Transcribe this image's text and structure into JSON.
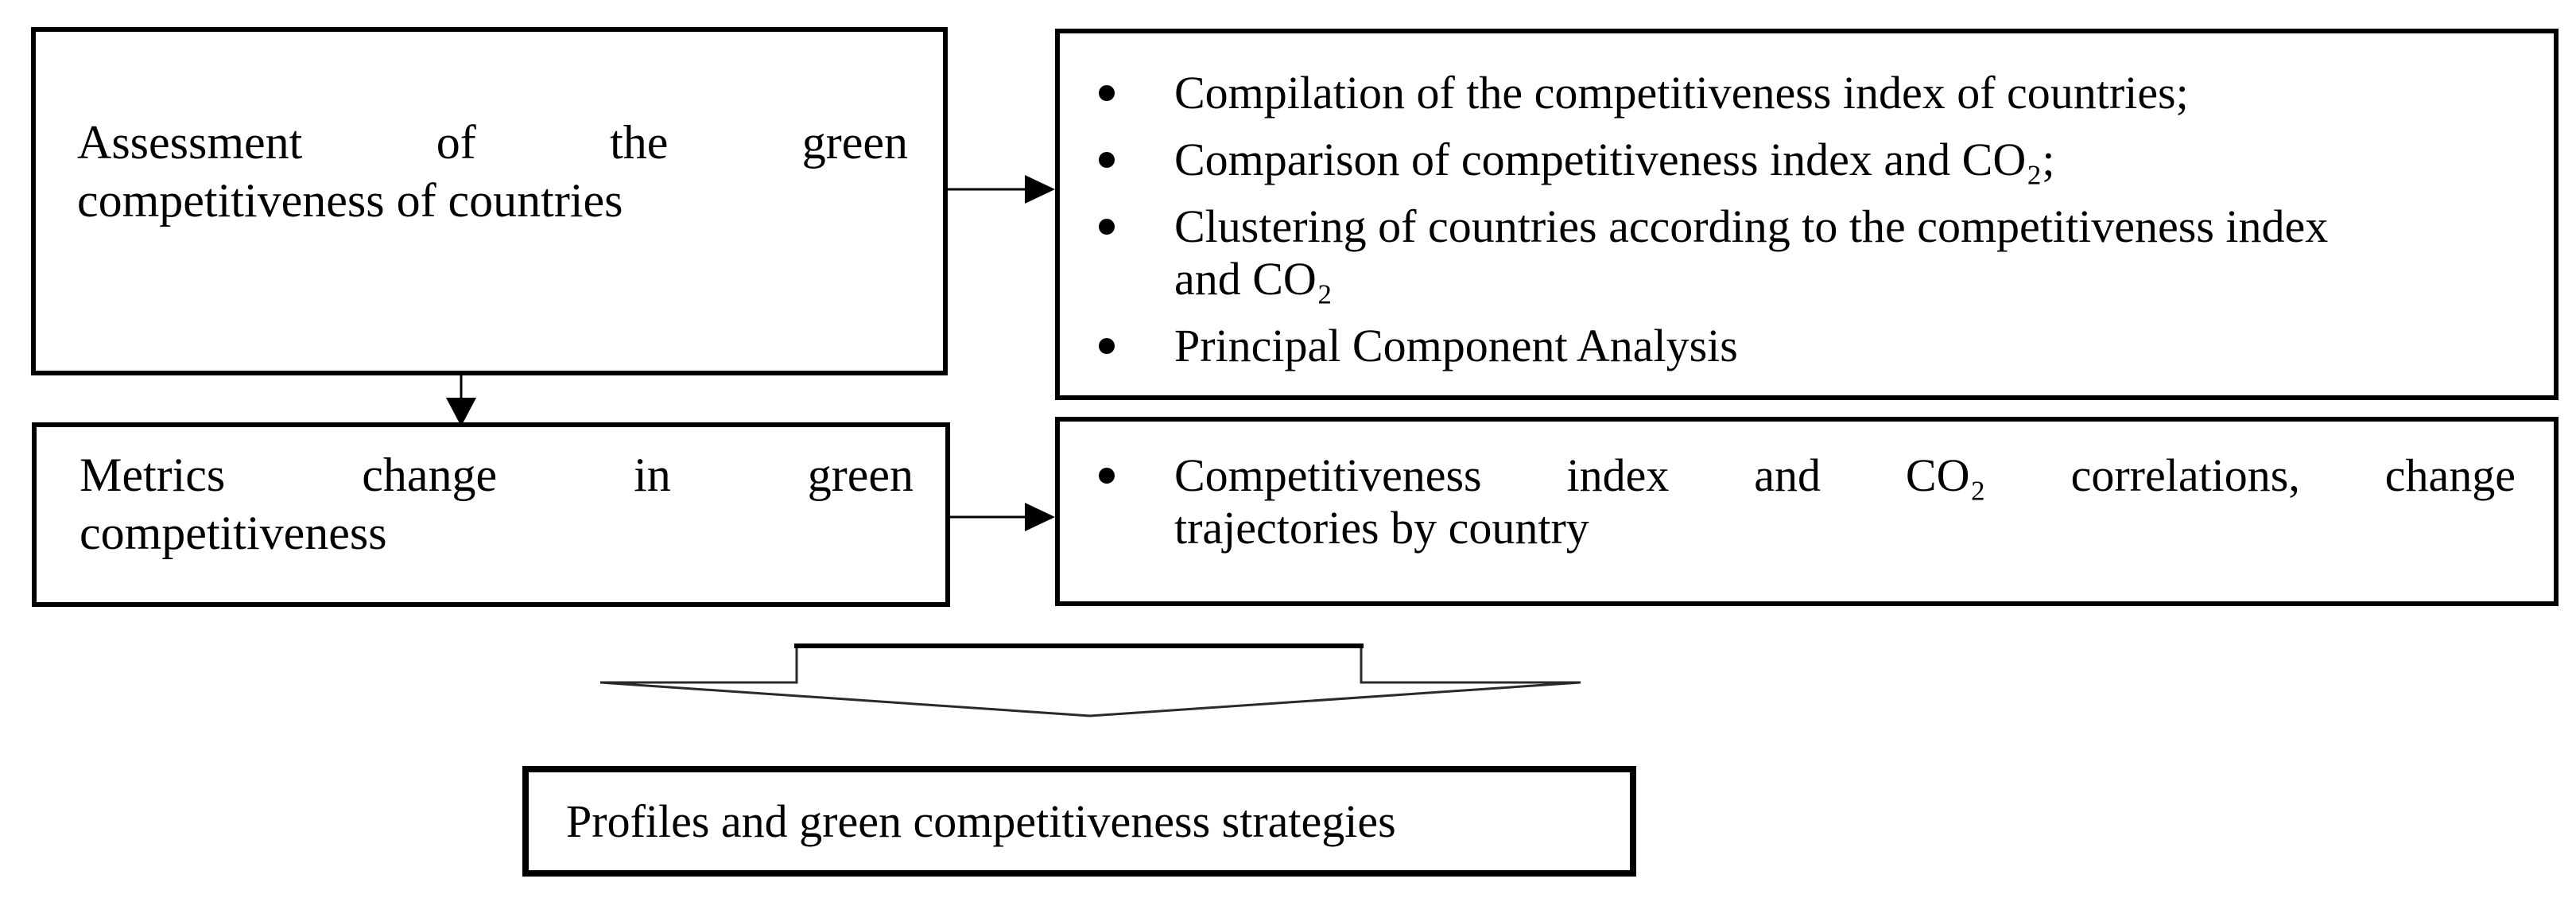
{
  "colors": {
    "background": "#ffffff",
    "border": "#000000",
    "text": "#000000",
    "arrow": "#000000"
  },
  "icons": {
    "bullet": "●",
    "right_arrow": "▶",
    "down_arrow": "▼",
    "big_down_arrow": "⇩"
  },
  "boxes": {
    "assessment": {
      "line1": "Assessment of the green",
      "line2": "competitiveness of countries"
    },
    "assessment_outputs": {
      "items": [
        {
          "lines": [
            "Compilation of the competitiveness index of countries;"
          ]
        },
        {
          "lines": [
            "Comparison of competitiveness index and CO₂;"
          ]
        },
        {
          "lines": [
            "Clustering of countries according to the competitiveness index",
            "and CO₂"
          ]
        },
        {
          "lines": [
            "Principal Component Analysis"
          ]
        }
      ]
    },
    "metrics": {
      "line1": "Metrics change in green",
      "line2": "competitiveness"
    },
    "metrics_outputs": {
      "item": {
        "line1": "Competitiveness index and CO₂ correlations, change",
        "line2": "trajectories by country"
      }
    },
    "profiles": {
      "text": "Profiles and green competitiveness strategies"
    }
  }
}
